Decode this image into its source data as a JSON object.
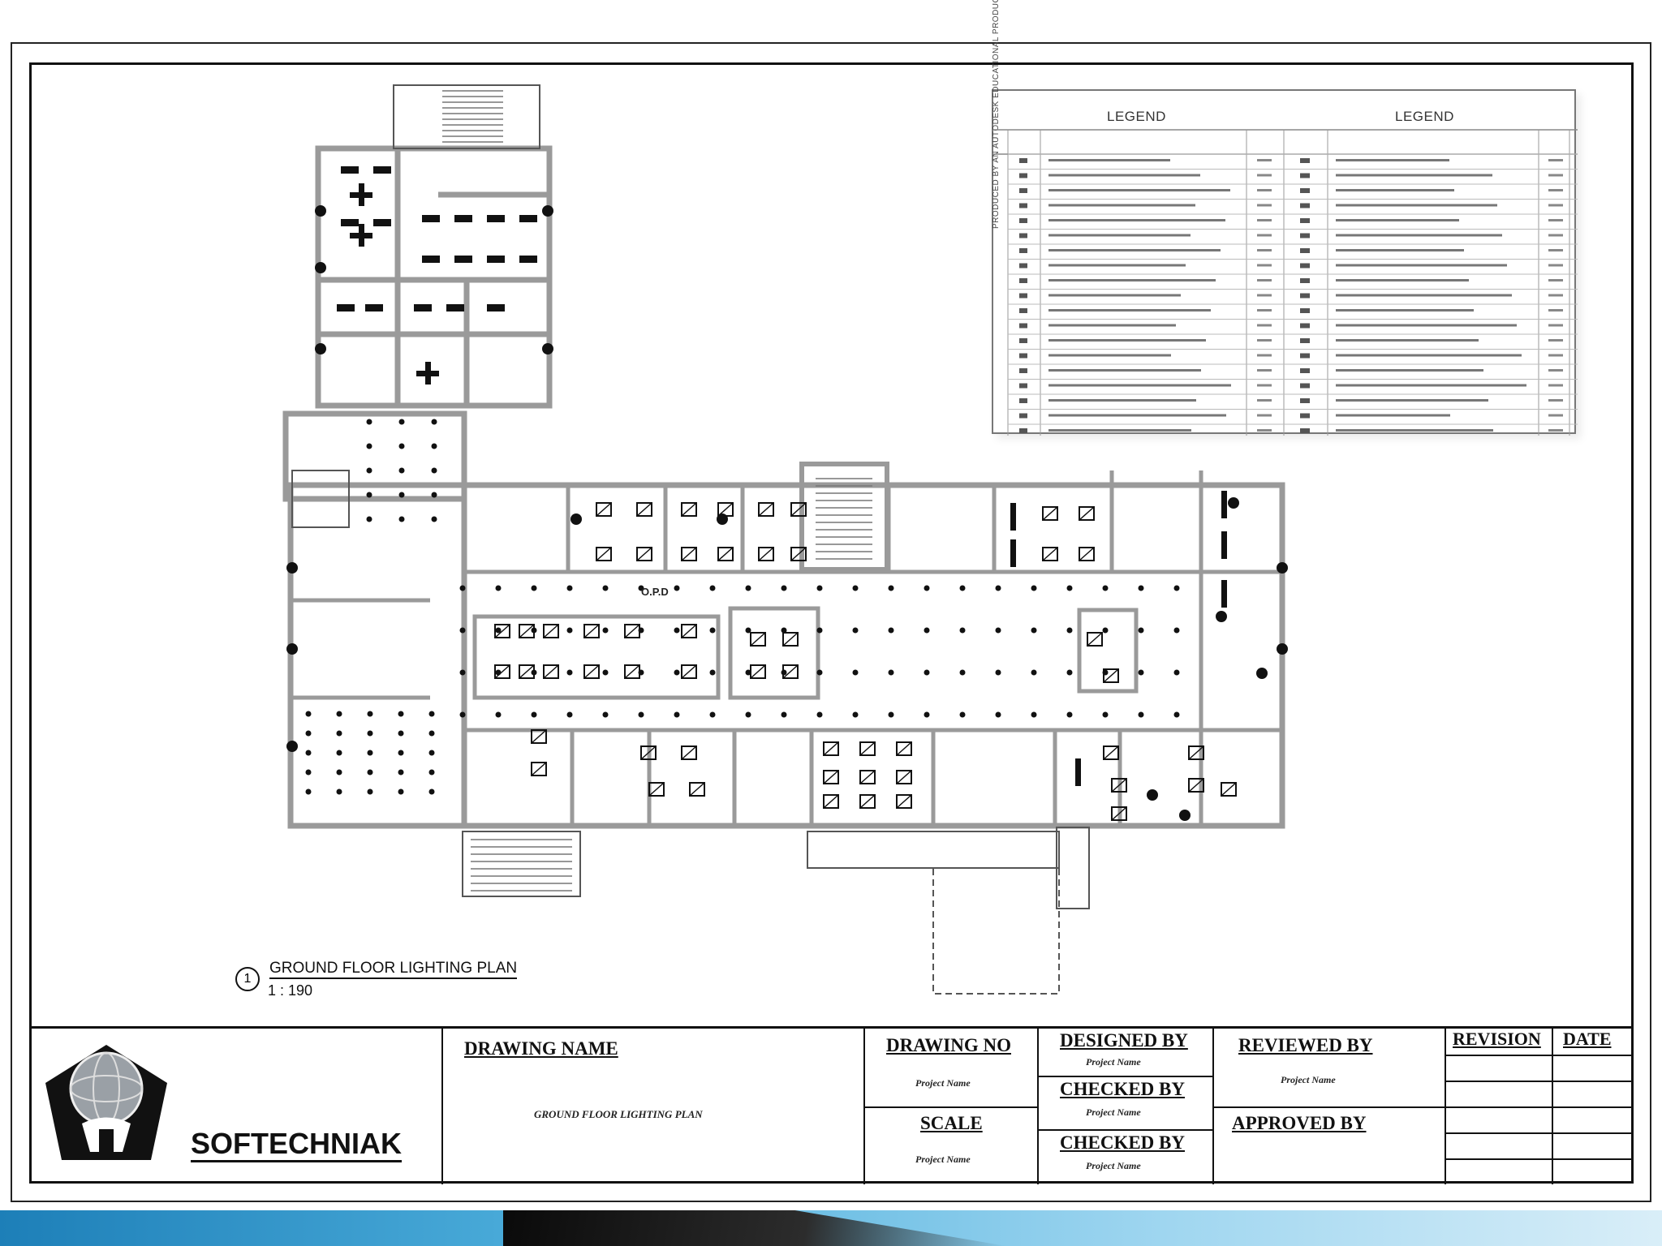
{
  "legend": {
    "heading_left": "LEGEND",
    "heading_right": "LEGEND",
    "vertical_text": "PRODUCED BY AN AUTODESK EDUCATIONAL PRODUCT"
  },
  "plan": {
    "number": "1",
    "title": "GROUND FLOOR LIGHTING PLAN",
    "scale": "1 : 190",
    "opd_label": "O.P.D"
  },
  "title_block": {
    "company": "SOFTECHNIAK",
    "drawing_name_heading": "DRAWING  NAME",
    "drawing_name_value": "GROUND FLOOR LIGHTING PLAN",
    "drawing_no_heading": "DRAWING  NO",
    "drawing_no_value": "Project Name",
    "scale_heading": "SCALE",
    "scale_value": "Project Name",
    "designed_by_heading": "DESIGNED BY",
    "designed_by_value": "Project Name",
    "checked_by_1_heading": "CHECKED  BY",
    "checked_by_1_value": "Project Name",
    "checked_by_2_heading": "CHECKED  BY",
    "checked_by_2_value": "Project Name",
    "reviewed_by_heading": "REVIEWED BY",
    "reviewed_by_value": "Project Name",
    "approved_by_heading": "APPROVED  BY",
    "revision_heading": "REVISION",
    "date_heading": "DATE"
  },
  "colors": {
    "line": "#111111",
    "wall": "#9a9a9a",
    "footer_start": "#1d7fb8",
    "footer_end": "#d9eef8"
  }
}
